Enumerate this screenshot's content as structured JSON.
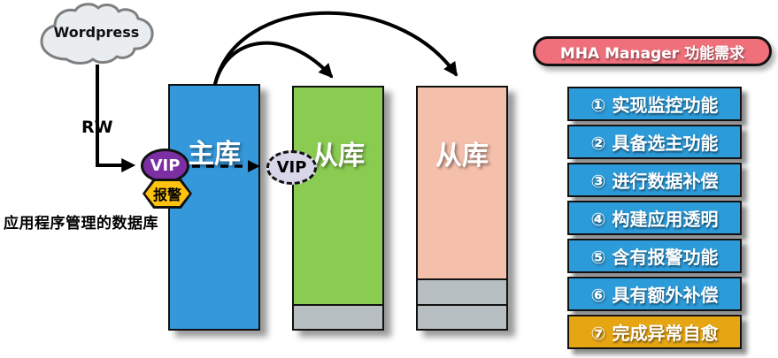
{
  "diagram": {
    "app_cloud": {
      "label": "Wordpress",
      "fill": "#E9EDF0",
      "border": "#7F7F7F"
    },
    "rw_label": "RW",
    "caption": "应用程序管理的数据库",
    "vip_primary": {
      "label": "VIP",
      "color": "#7B2FA3"
    },
    "vip_standby": {
      "label": "VIP",
      "color": "#D9D6E9"
    },
    "alarm_hexagon": {
      "label": "报警",
      "color": "#FFC20E"
    },
    "databases": [
      {
        "label": "主库",
        "color": "#3498DB",
        "gray_segments": 0
      },
      {
        "label": "从库",
        "color": "#8ACB52",
        "gray_segments": 1
      },
      {
        "label": "从库",
        "color": "#F4BFAB",
        "gray_segments": 2
      }
    ]
  },
  "panel": {
    "title": "MHA Manager 功能需求",
    "title_bg": "#EF6F7B",
    "items": [
      {
        "label": "① 实现监控功能",
        "bg": "#2C9BD9"
      },
      {
        "label": "② 具备选主功能",
        "bg": "#2C9BD9"
      },
      {
        "label": "③ 进行数据补偿",
        "bg": "#2C9BD9"
      },
      {
        "label": "④ 构建应用透明",
        "bg": "#2C9BD9"
      },
      {
        "label": "⑤ 含有报警功能",
        "bg": "#2C9BD9"
      },
      {
        "label": "⑥ 具有额外补偿",
        "bg": "#2C9BD9"
      },
      {
        "label": "⑦ 完成异常自愈",
        "bg": "#E6A513"
      }
    ]
  }
}
